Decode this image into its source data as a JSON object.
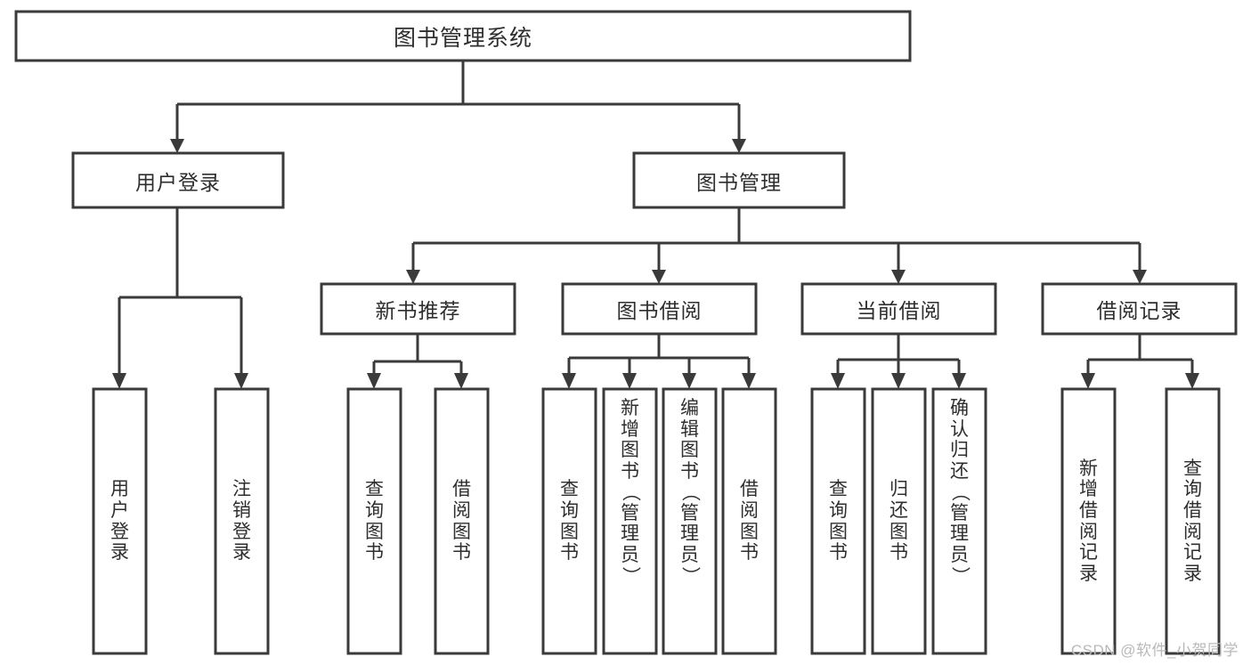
{
  "diagram": {
    "title_node": {
      "label": "图书管理系统"
    },
    "level2": [
      {
        "id": "user-login",
        "label": "用户登录"
      },
      {
        "id": "book-management",
        "label": "图书管理"
      }
    ],
    "level3": [
      {
        "id": "new-book-recommend",
        "label": "新书推荐"
      },
      {
        "id": "book-borrow",
        "label": "图书借阅"
      },
      {
        "id": "current-borrow",
        "label": "当前借阅"
      },
      {
        "id": "borrow-record",
        "label": "借阅记录"
      }
    ],
    "leaves": [
      {
        "id": "leaf-user-login",
        "label": "用户登录",
        "chars": [
          "用",
          "户",
          "登",
          "录"
        ]
      },
      {
        "id": "leaf-logout",
        "label": "注销登录",
        "chars": [
          "注",
          "销",
          "登",
          "录"
        ]
      },
      {
        "id": "leaf-query-book-1",
        "label": "查询图书",
        "chars": [
          "查",
          "询",
          "图",
          "书"
        ]
      },
      {
        "id": "leaf-borrow-book-1",
        "label": "借阅图书",
        "chars": [
          "借",
          "阅",
          "图",
          "书"
        ]
      },
      {
        "id": "leaf-query-book-2",
        "label": "查询图书",
        "chars": [
          "查",
          "询",
          "图",
          "书"
        ]
      },
      {
        "id": "leaf-add-book",
        "label": "新增图书（管理员）",
        "chars": [
          "新",
          "增",
          "图",
          "书",
          "（",
          "管",
          "理",
          "员",
          "）"
        ]
      },
      {
        "id": "leaf-edit-book",
        "label": "编辑图书（管理员）",
        "chars": [
          "编",
          "辑",
          "图",
          "书",
          "（",
          "管",
          "理",
          "员",
          "）"
        ]
      },
      {
        "id": "leaf-borrow-book-2",
        "label": "借阅图书",
        "chars": [
          "借",
          "阅",
          "图",
          "书"
        ]
      },
      {
        "id": "leaf-query-book-3",
        "label": "查询图书",
        "chars": [
          "查",
          "询",
          "图",
          "书"
        ]
      },
      {
        "id": "leaf-return-book",
        "label": "归还图书",
        "chars": [
          "归",
          "还",
          "图",
          "书"
        ]
      },
      {
        "id": "leaf-confirm-return",
        "label": "确认归还（管理员）",
        "chars": [
          "确",
          "认",
          "归",
          "还",
          "（",
          "管",
          "理",
          "员",
          "）"
        ]
      },
      {
        "id": "leaf-add-record",
        "label": "新增借阅记录",
        "chars": [
          "新",
          "增",
          "借",
          "阅",
          "记",
          "录"
        ]
      },
      {
        "id": "leaf-query-record",
        "label": "查询借阅记录",
        "chars": [
          "查",
          "询",
          "借",
          "阅",
          "记",
          "录"
        ]
      }
    ],
    "colors": {
      "stroke": "#3a3a3a",
      "text": "#2e2e2e",
      "background": "#ffffff",
      "watermark": "#b9b9b9"
    }
  },
  "watermark": {
    "text": "CSDN @软件_小贺同学"
  }
}
